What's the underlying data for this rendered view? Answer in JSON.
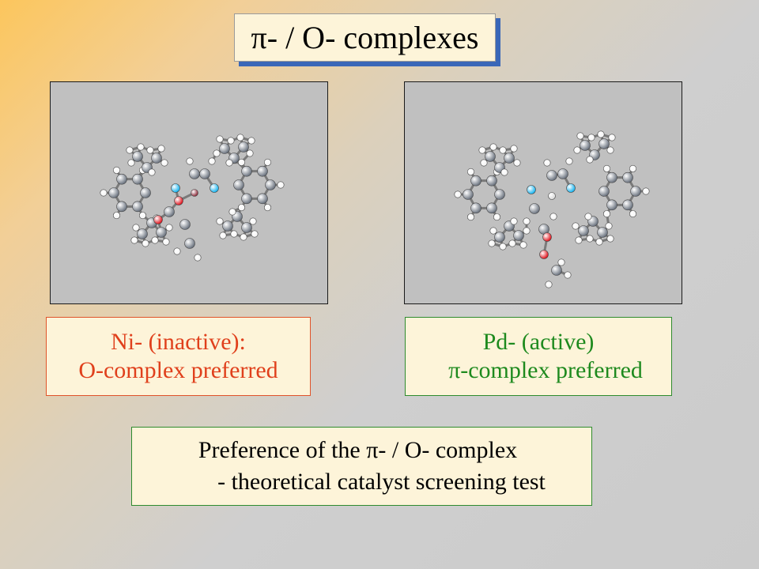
{
  "slide": {
    "title": "π- / O- complexes",
    "ni": {
      "line1": "Ni- (inactive):",
      "line2": "O-complex preferred"
    },
    "pd": {
      "line1": "Pd- (active)",
      "line2": "π-complex preferred"
    },
    "preference": {
      "line1": "Preference of the π- / O- complex",
      "line2": "- theoretical catalyst screening test"
    }
  },
  "colors": {
    "carbon": "#6c7480",
    "hydrogen": "#f4f4f4",
    "oxygen": "#e0141e",
    "nitrogen": "#18b4f0",
    "metal_ni": "#8b2b3a",
    "metal_pd": "#d8d8d8",
    "bond": "#7a7a7a"
  }
}
